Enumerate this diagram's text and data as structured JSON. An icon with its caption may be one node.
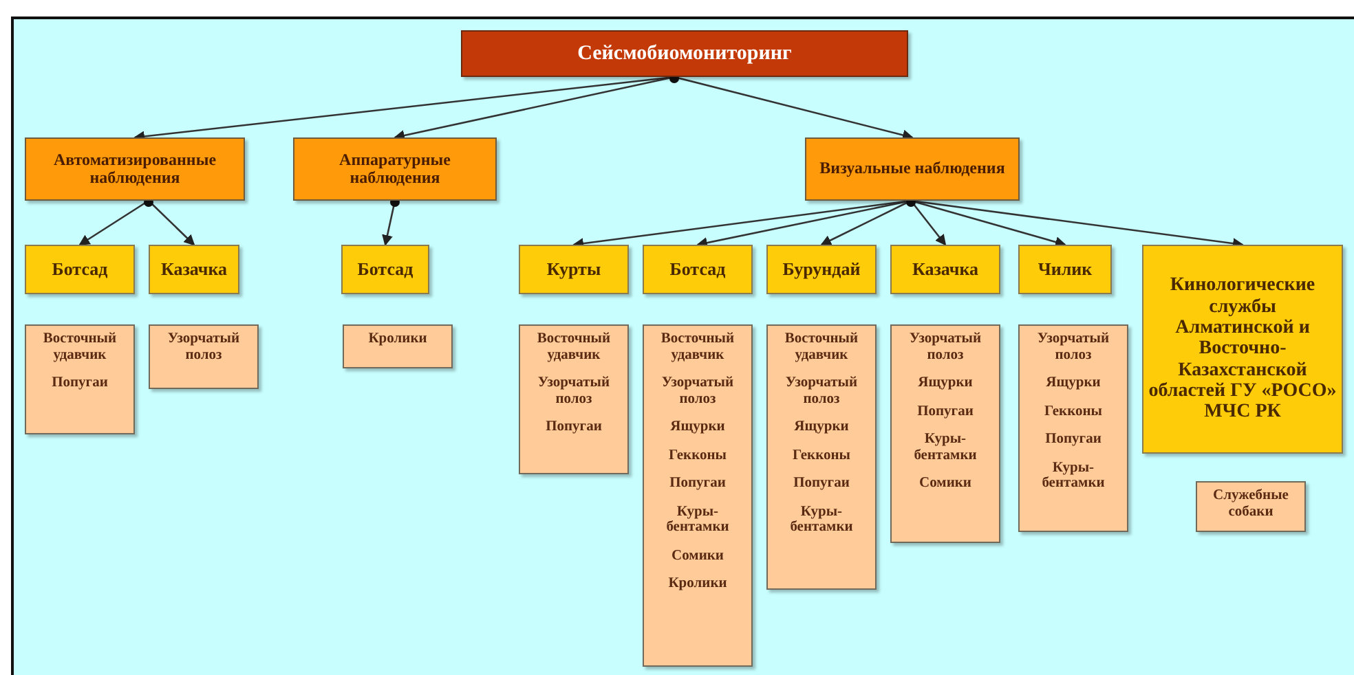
{
  "diagram": {
    "nodes": [
      {
        "text": [
          "Сейсмобиомониторинг"
        ]
      },
      {
        "text": [
          "Автоматизированные наблюдения"
        ]
      },
      {
        "text": [
          "Аппаратурные наблюдения"
        ]
      },
      {
        "text": [
          "Визуальные наблюдения"
        ]
      },
      {
        "text": [
          "Ботсад"
        ]
      },
      {
        "text": [
          "Казачка"
        ]
      },
      {
        "text": [
          "Ботсад"
        ]
      },
      {
        "text": [
          "Курты"
        ]
      },
      {
        "text": [
          "Ботсад"
        ]
      },
      {
        "text": [
          "Бурундай"
        ]
      },
      {
        "text": [
          "Казачка"
        ]
      },
      {
        "text": [
          "Чилик"
        ]
      },
      {
        "text": [
          "Кинологические службы Алматинской и Восточно-Казахстанской областей ГУ «РОСО» МЧС РК"
        ]
      },
      {
        "text": [
          "Восточный удавчик",
          "Попугаи"
        ]
      },
      {
        "text": [
          "Узорчатый полоз"
        ]
      },
      {
        "text": [
          "Кролики"
        ]
      },
      {
        "text": [
          "Восточный удавчик",
          "Узорчатый полоз",
          "Попугаи"
        ]
      },
      {
        "text": [
          "Восточный удавчик",
          "Узорчатый полоз",
          "Ящурки",
          "Гекконы",
          "Попугаи",
          "Куры-бентамки",
          "Сомики",
          "Кролики"
        ]
      },
      {
        "text": [
          "Восточный удавчик",
          "Узорчатый полоз",
          "Ящурки",
          "Гекконы",
          "Попугаи",
          "Куры-бентамки"
        ]
      },
      {
        "text": [
          "Узорчатый полоз",
          "Ящурки",
          "Попугаи",
          "Куры-бентамки",
          "Сомики"
        ]
      },
      {
        "text": [
          "Узорчатый полоз",
          "Ящурки",
          "Гекконы",
          "Попугаи",
          "Куры-бентамки"
        ]
      },
      {
        "text": [
          "Служебные собаки"
        ]
      }
    ],
    "edges": [
      {
        "from": 0,
        "to": 1,
        "arrow": "to"
      },
      {
        "from": 0,
        "to": 2,
        "arrow": "to"
      },
      {
        "from": 0,
        "to": 3,
        "arrow": "to"
      },
      {
        "from": 1,
        "to": 4,
        "arrow": "to"
      },
      {
        "from": 1,
        "to": 5,
        "arrow": "to"
      },
      {
        "from": 2,
        "to": 6,
        "arrow": "to"
      },
      {
        "from": 3,
        "to": 7,
        "arrow": "to"
      },
      {
        "from": 3,
        "to": 8,
        "arrow": "to"
      },
      {
        "from": 3,
        "to": 9,
        "arrow": "to"
      },
      {
        "from": 3,
        "to": 10,
        "arrow": "to"
      },
      {
        "from": 3,
        "to": 11,
        "arrow": "to"
      },
      {
        "from": 3,
        "to": 12,
        "arrow": "to"
      }
    ]
  }
}
